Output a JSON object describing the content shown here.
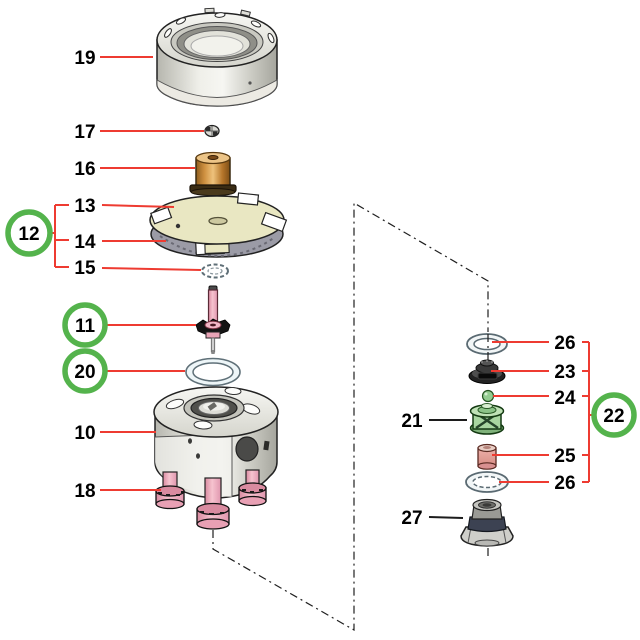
{
  "fig": {
    "kind": "exploded-parts-diagram",
    "labels": {
      "c10": "10",
      "c11": "11",
      "c12": "12",
      "c13": "13",
      "c14": "14",
      "c15": "15",
      "c16": "16",
      "c17": "17",
      "c18": "18",
      "c19": "19",
      "c20": "20",
      "c21": "21",
      "c22": "22",
      "c23": "23",
      "c24": "24",
      "c25": "25",
      "c26a": "26",
      "c26b": "26",
      "c27": "27"
    },
    "colors": {
      "leader_red": "#ee3b31",
      "leader_black": "#1c1c1c",
      "callout_green": "#54b34c",
      "label_text": "#000000",
      "brass": "#c98a3e",
      "disc_cream": "#e9e7c2",
      "disc_underside": "#9b9ba6",
      "fitting_pink": "#f1aebe",
      "valve_green": "#a6d49e",
      "seal_dark": "#2e2e2e",
      "cap_dark_band": "#3c4252",
      "metal_silver": "#d8d8d0"
    }
  }
}
